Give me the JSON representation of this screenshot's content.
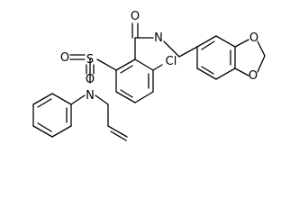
{
  "molecule": {
    "labels": {
      "carbonyl_o": "O",
      "amide_n": "N",
      "sulfonyl_s": "S",
      "sulfonyl_o_left": "O",
      "sulfonyl_o_bottom": "O",
      "sulfonamide_n": "N",
      "chlorine": "Cl",
      "dioxole_o_top": "O",
      "dioxole_o_bottom": "O"
    }
  }
}
